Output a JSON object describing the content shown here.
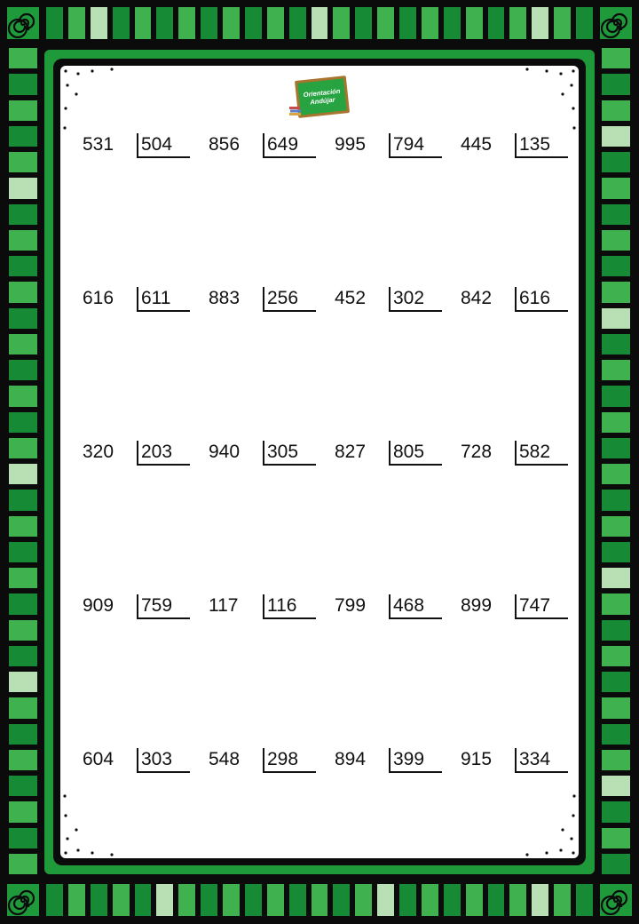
{
  "logo": {
    "line1": "Orientación",
    "line2": "Andújar"
  },
  "colors": {
    "frame_black": "#0b0b0b",
    "frame_green": "#1f9a3b",
    "tile_dark": "#168a34",
    "tile_mid": "#3fb24f",
    "tile_light": "#b9e0b5",
    "paper": "#ffffff"
  },
  "border": {
    "top_tiles": [
      "d",
      "m",
      "l",
      "d",
      "m",
      "d",
      "m",
      "d",
      "m",
      "d",
      "m",
      "d",
      "l",
      "m",
      "d",
      "m",
      "d",
      "m",
      "d",
      "m",
      "d",
      "m",
      "l",
      "m",
      "d"
    ],
    "bottom_tiles": [
      "d",
      "m",
      "d",
      "m",
      "d",
      "l",
      "m",
      "d",
      "m",
      "d",
      "m",
      "d",
      "m",
      "d",
      "m",
      "l",
      "d",
      "m",
      "d",
      "m",
      "d",
      "m",
      "l",
      "m",
      "d"
    ],
    "left_tiles": [
      "m",
      "d",
      "m",
      "d",
      "m",
      "l",
      "d",
      "m",
      "d",
      "m",
      "d",
      "m",
      "d",
      "m",
      "d",
      "m",
      "l",
      "d",
      "m",
      "d",
      "m",
      "d",
      "m",
      "d",
      "l",
      "m",
      "d",
      "m",
      "d",
      "m",
      "d",
      "m"
    ],
    "right_tiles": [
      "m",
      "d",
      "m",
      "l",
      "d",
      "m",
      "d",
      "m",
      "d",
      "m",
      "l",
      "d",
      "m",
      "d",
      "m",
      "d",
      "m",
      "d",
      "m",
      "d",
      "l",
      "m",
      "d",
      "m",
      "d",
      "m",
      "d",
      "m",
      "l",
      "d",
      "m",
      "d"
    ],
    "corner_icon": "spiral-icon"
  },
  "rows": [
    [
      {
        "dividend": "531",
        "divisor": "504"
      },
      {
        "dividend": "856",
        "divisor": "649"
      },
      {
        "dividend": "995",
        "divisor": "794"
      },
      {
        "dividend": "445",
        "divisor": "135"
      }
    ],
    [
      {
        "dividend": "616",
        "divisor": "611"
      },
      {
        "dividend": "883",
        "divisor": "256"
      },
      {
        "dividend": "452",
        "divisor": "302"
      },
      {
        "dividend": "842",
        "divisor": "616"
      }
    ],
    [
      {
        "dividend": "320",
        "divisor": "203"
      },
      {
        "dividend": "940",
        "divisor": "305"
      },
      {
        "dividend": "827",
        "divisor": "805"
      },
      {
        "dividend": "728",
        "divisor": "582"
      }
    ],
    [
      {
        "dividend": "909",
        "divisor": "759"
      },
      {
        "dividend": "117",
        "divisor": "116"
      },
      {
        "dividend": "799",
        "divisor": "468"
      },
      {
        "dividend": "899",
        "divisor": "747"
      }
    ],
    [
      {
        "dividend": "604",
        "divisor": "303"
      },
      {
        "dividend": "548",
        "divisor": "298"
      },
      {
        "dividend": "894",
        "divisor": "399"
      },
      {
        "dividend": "915",
        "divisor": "334"
      }
    ]
  ]
}
